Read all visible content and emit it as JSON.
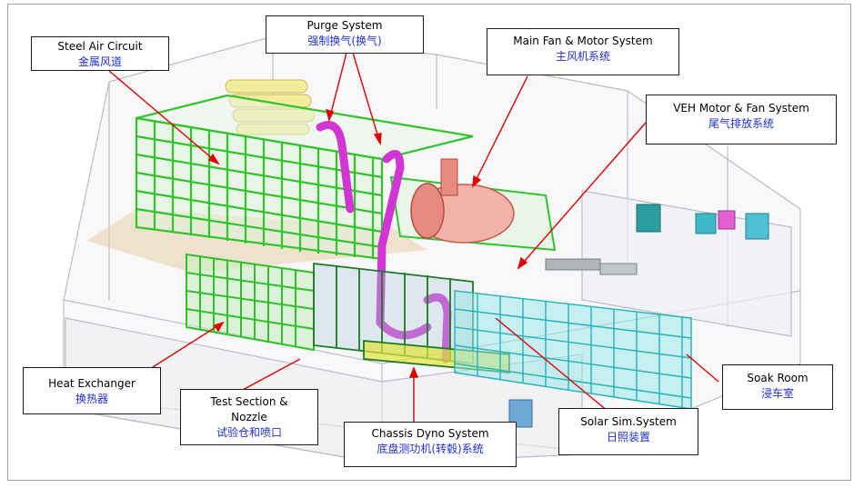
{
  "colors": {
    "label_en": "#000000",
    "label_cn": "#1f2fd6",
    "leader": "#e00000",
    "steel_frame": "#2fc42a",
    "purge_duct": "#e040e0",
    "main_fan": "#e88a80",
    "soak_room": "#27c6cc",
    "heat_exchanger": "#31c02a",
    "building_outline": "#b9bec4"
  },
  "labels": {
    "steel_air_circuit": {
      "en": "Steel Air Circuit",
      "cn": "金属风道"
    },
    "purge_system": {
      "en": "Purge System",
      "cn": "强制换气(换气)"
    },
    "main_fan_motor": {
      "en": "Main Fan & Motor System",
      "cn": "主风机系统"
    },
    "veh_motor_fan": {
      "en": "VEH Motor & Fan System",
      "cn": "尾气排放系统"
    },
    "heat_exchanger": {
      "en": "Heat Exchanger",
      "cn": "换热器"
    },
    "test_section": {
      "en": "Test Section &",
      "en2": "Nozzle",
      "cn": "试验仓和喷口"
    },
    "chassis_dyno": {
      "en": "Chassis Dyno System",
      "cn": "底盘测功机(转毂)系统"
    },
    "solar_sim": {
      "en": "Solar Sim.System",
      "cn": "日照装置"
    },
    "soak_room": {
      "en": "Soak Room",
      "cn": "浸车室"
    }
  }
}
